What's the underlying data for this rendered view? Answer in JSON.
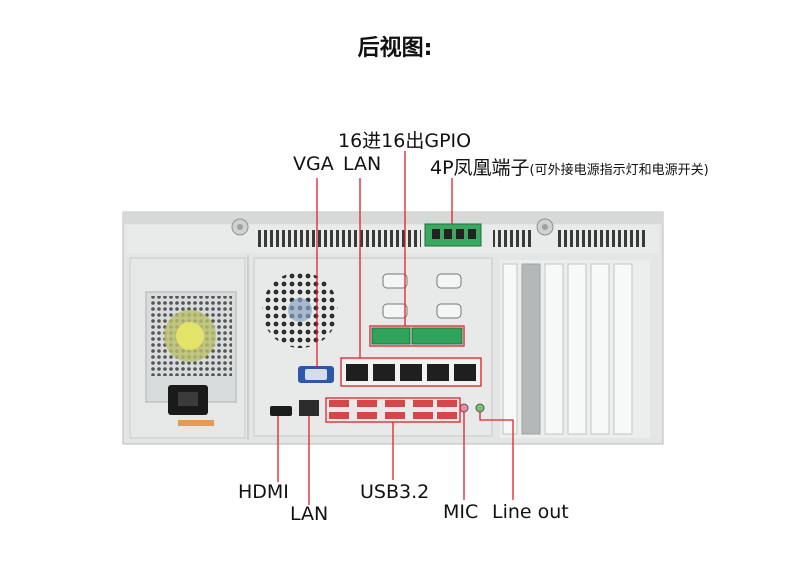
{
  "title": "后视图:",
  "labels": {
    "gpio": "16进16出GPIO",
    "vga": "VGA",
    "lan_top": "LAN",
    "phoenix": "4P凤凰端子",
    "phoenix_note": "(可外接电源指示灯和电源开关)",
    "hdmi": "HDMI",
    "lan_bottom": "LAN",
    "usb": "USB3.2",
    "mic": "MIC",
    "line_out": "Line out"
  },
  "colors": {
    "callout": "#e0202a",
    "chassis": "#e4e6e6",
    "terminal_green": "#2fa35a",
    "usb_red": "#d6474a"
  }
}
